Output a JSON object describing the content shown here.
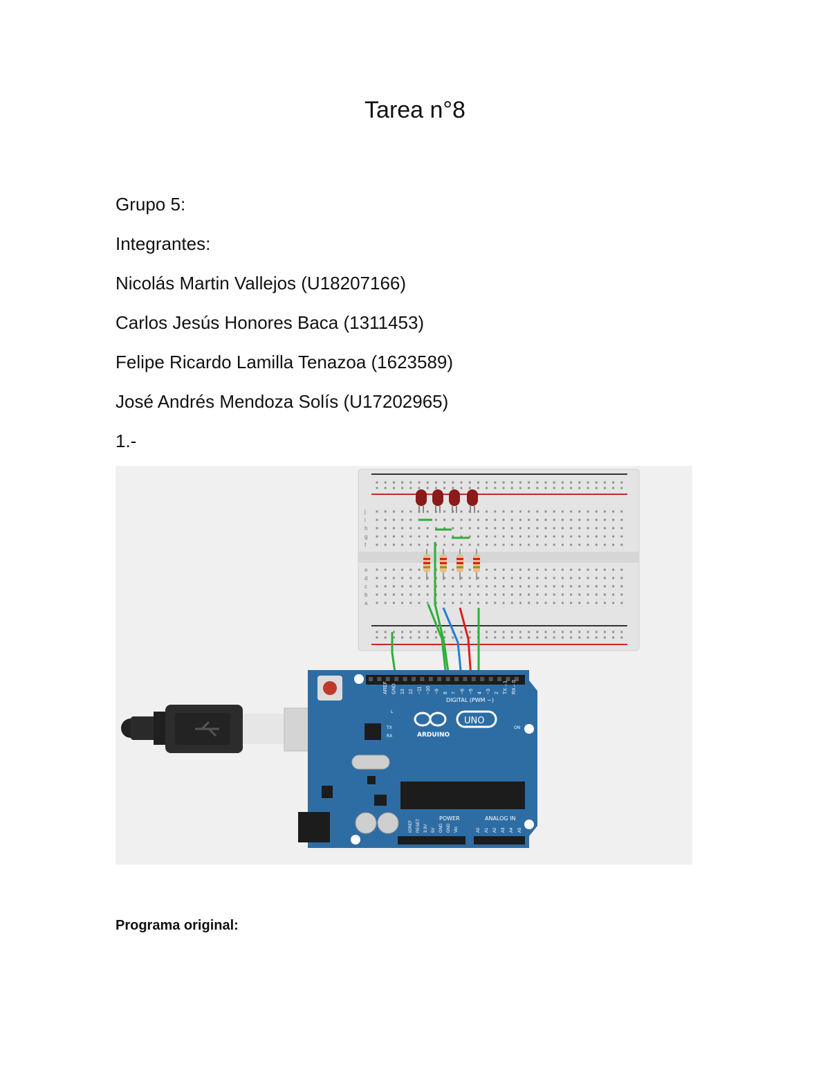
{
  "document": {
    "title": "Tarea n°8",
    "group": "Grupo 5:",
    "members_heading": "Integrantes:",
    "members": [
      "Nicolás Martin Vallejos (U18207166)",
      "Carlos Jesús Honores Baca (1311453)",
      "Felipe Ricardo Lamilla Tenazoa (1623589)",
      "José Andrés Mendoza Solís (U17202965)"
    ],
    "item_number": "1.-",
    "program_heading": "Programa original:"
  },
  "circuit": {
    "board_labels": {
      "arduino": "ARDUINO",
      "uno": "UNO",
      "digital": "DIGITAL (PWM ~)",
      "power": "POWER",
      "analog": "ANALOG IN",
      "on": "ON",
      "tx": "TX",
      "rx": "RX",
      "l": "L"
    },
    "pin_labels": [
      "AREF",
      "GND",
      "13",
      "12",
      "~11",
      "~10",
      "~9",
      "8",
      "7",
      "~6",
      "~5",
      "4",
      "~3",
      "2",
      "TX→1",
      "RX←0"
    ],
    "power_pins": [
      "IOREF",
      "RESET",
      "3.3V",
      "5V",
      "GND",
      "GND",
      "Vin"
    ],
    "analog_pins": [
      "A0",
      "A1",
      "A2",
      "A3",
      "A4",
      "A5"
    ],
    "row_letters_top": [
      "j",
      "i",
      "h",
      "g",
      "f"
    ],
    "row_letters_bottom": [
      "e",
      "d",
      "c",
      "b",
      "a"
    ],
    "colors": {
      "board": "#2e6da4",
      "led": "#8b1a1a",
      "wire_green": "#2fae3a",
      "wire_blue": "#1f7fd6",
      "wire_red": "#d62020"
    }
  }
}
